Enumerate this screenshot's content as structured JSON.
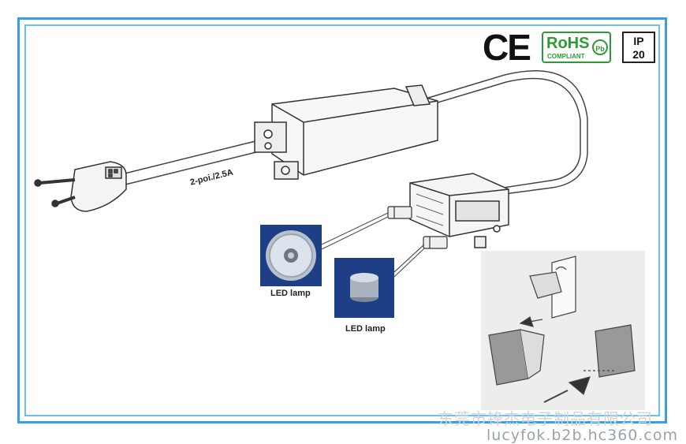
{
  "certifications": {
    "ce": "CE",
    "rohs": {
      "main": "RoHS",
      "sub": "COMPLIANT",
      "pb": "Pb"
    },
    "ip": {
      "line1": "IP",
      "line2": "20"
    }
  },
  "cable_label": "2-poi./2.5A",
  "lamps": [
    {
      "label": "LED lamp"
    },
    {
      "label": "LED lamp"
    }
  ],
  "watermark": {
    "company": "东莞市锋杰电子制品有限公司",
    "url": "lucyfok.b2b.hc360.com"
  },
  "colors": {
    "frame": "#3aa0dd",
    "rohs_green": "#2e9a36",
    "lamp_blue": "#1e3f86"
  }
}
